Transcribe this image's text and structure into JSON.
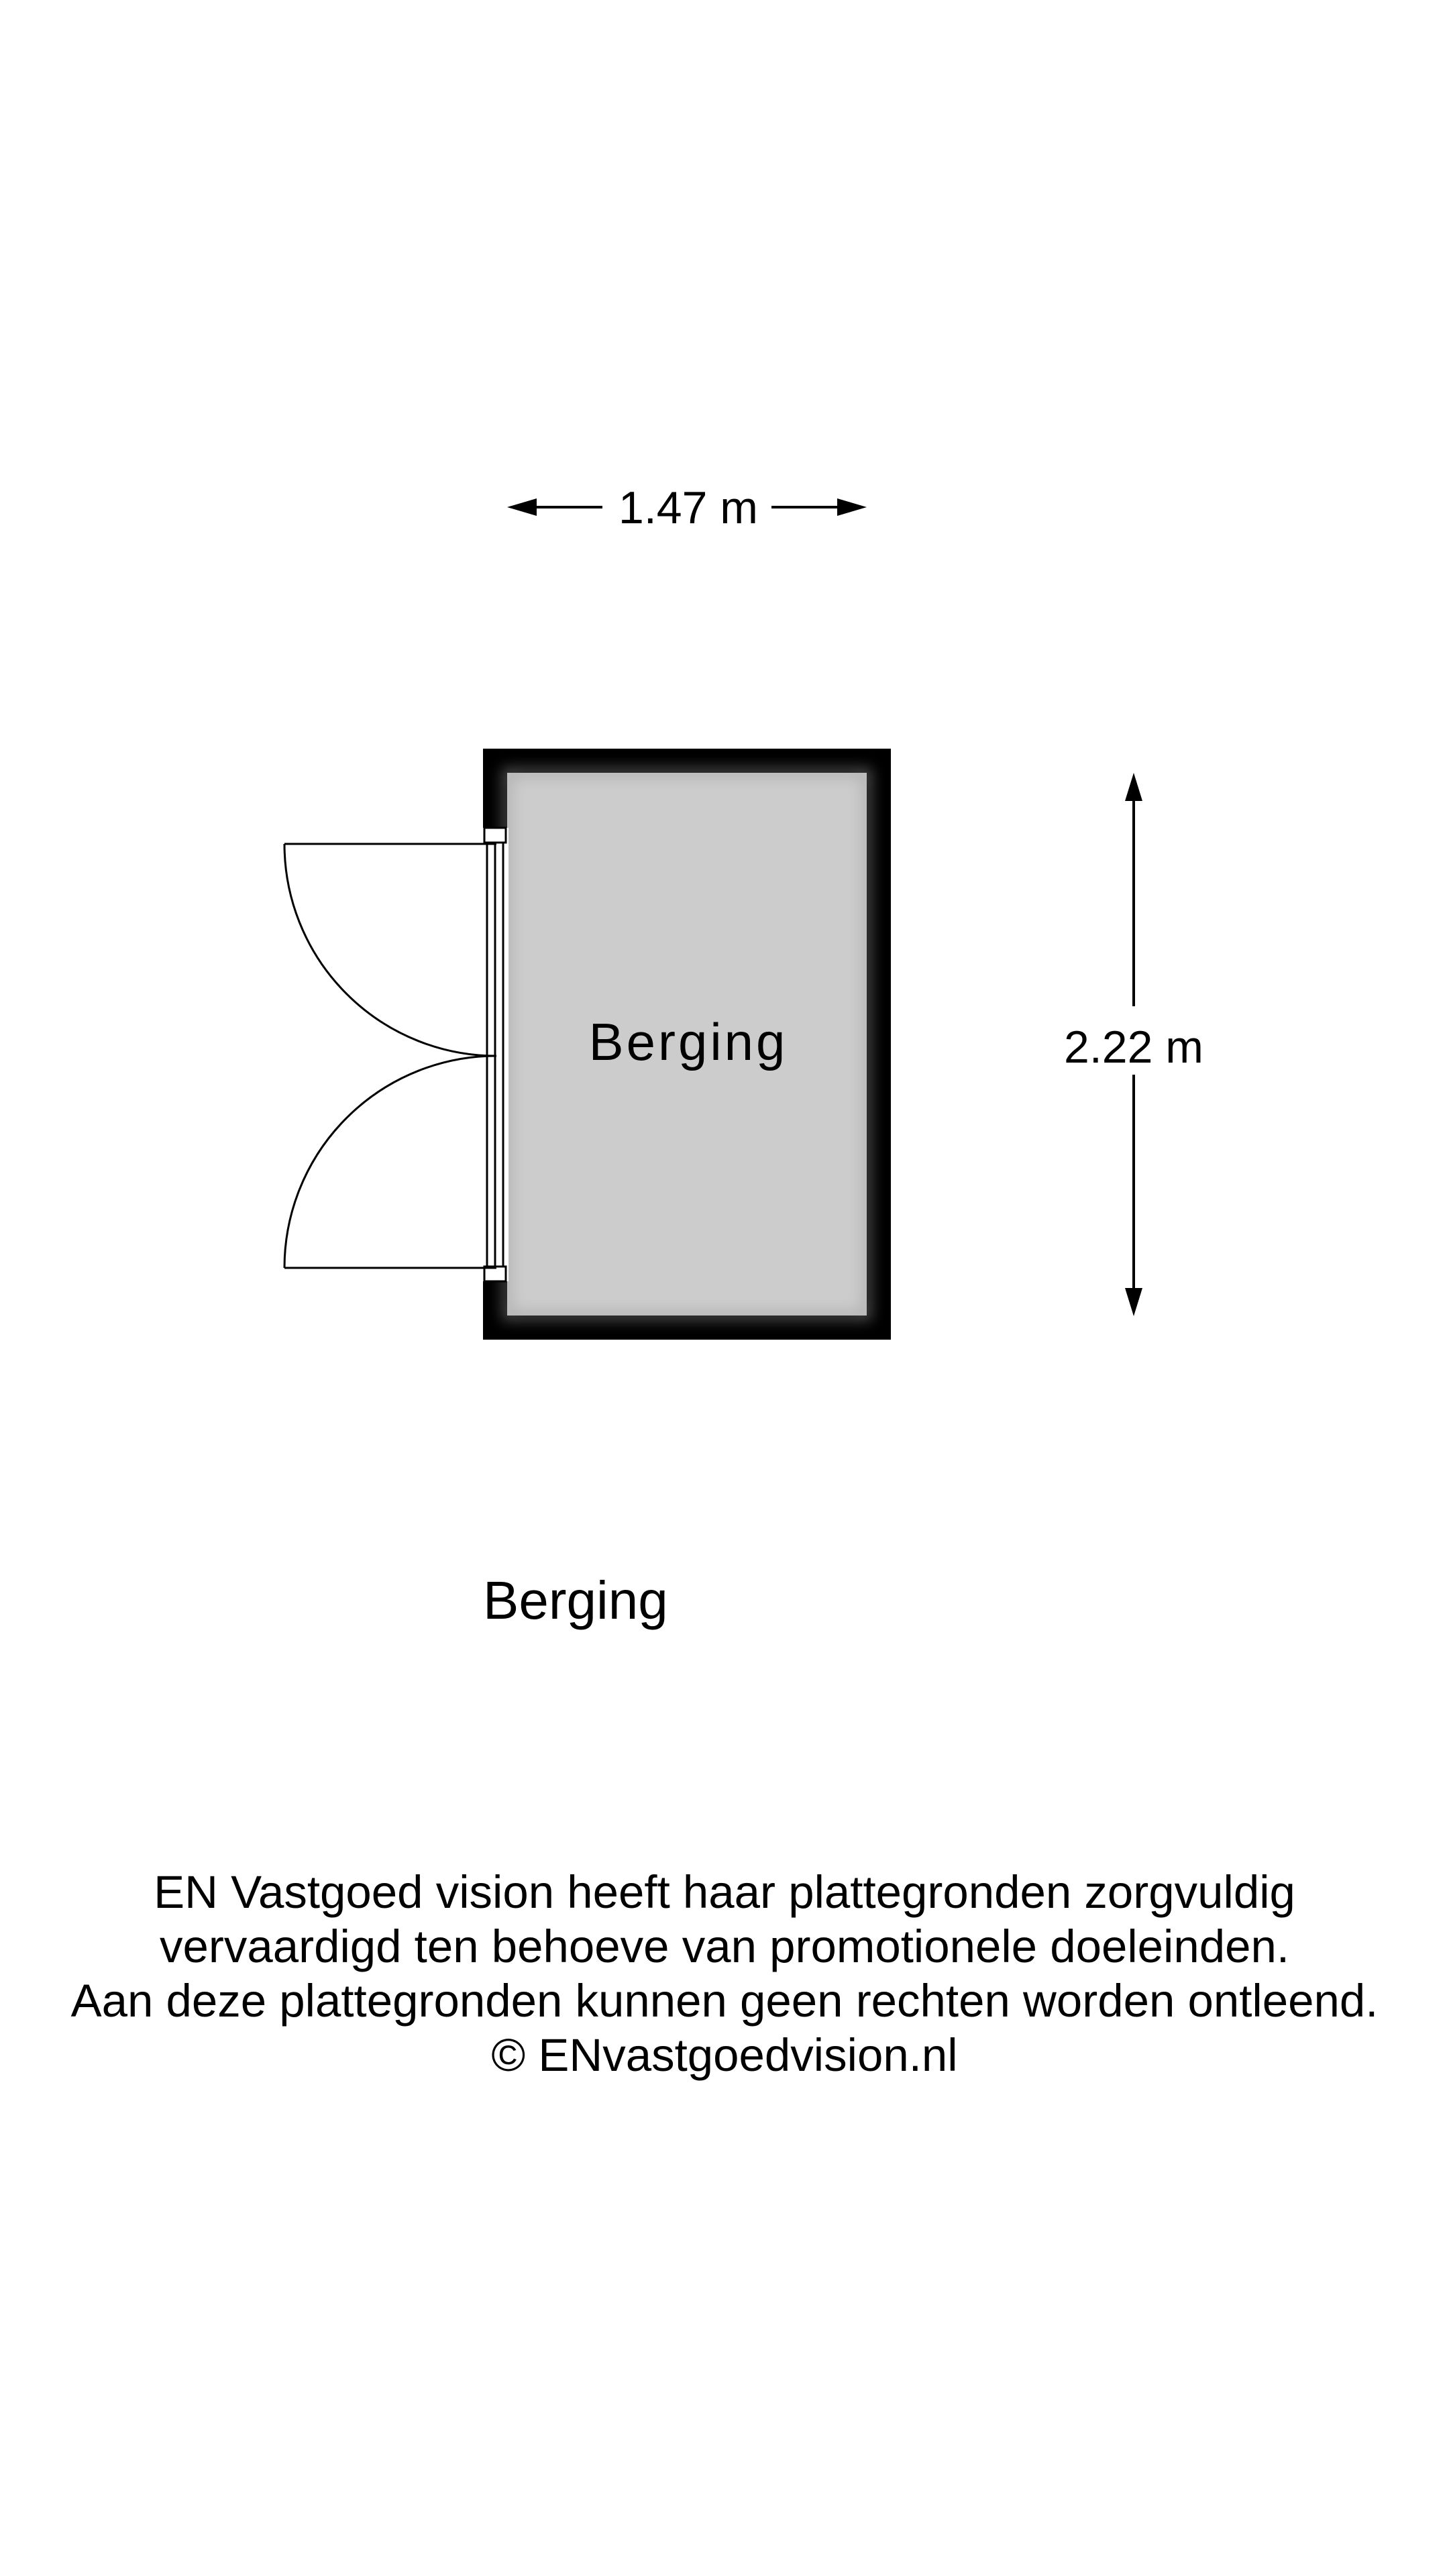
{
  "plan": {
    "room_name": "Berging",
    "width_dimension": "1.47 m",
    "depth_dimension": "2.22 m",
    "colors": {
      "wall": "#000000",
      "floor": "#cccccc",
      "line": "#000000",
      "background": "#ffffff"
    }
  },
  "floor_label": "Berging",
  "disclaimer": {
    "line1": "EN Vastgoed vision heeft haar plattegronden zorgvuldig",
    "line2": "vervaardigd ten behoeve van promotionele doeleinden.",
    "line3": "Aan deze plattegronden kunnen geen rechten worden ontleend.",
    "line4": "© ENvastgoedvision.nl"
  }
}
